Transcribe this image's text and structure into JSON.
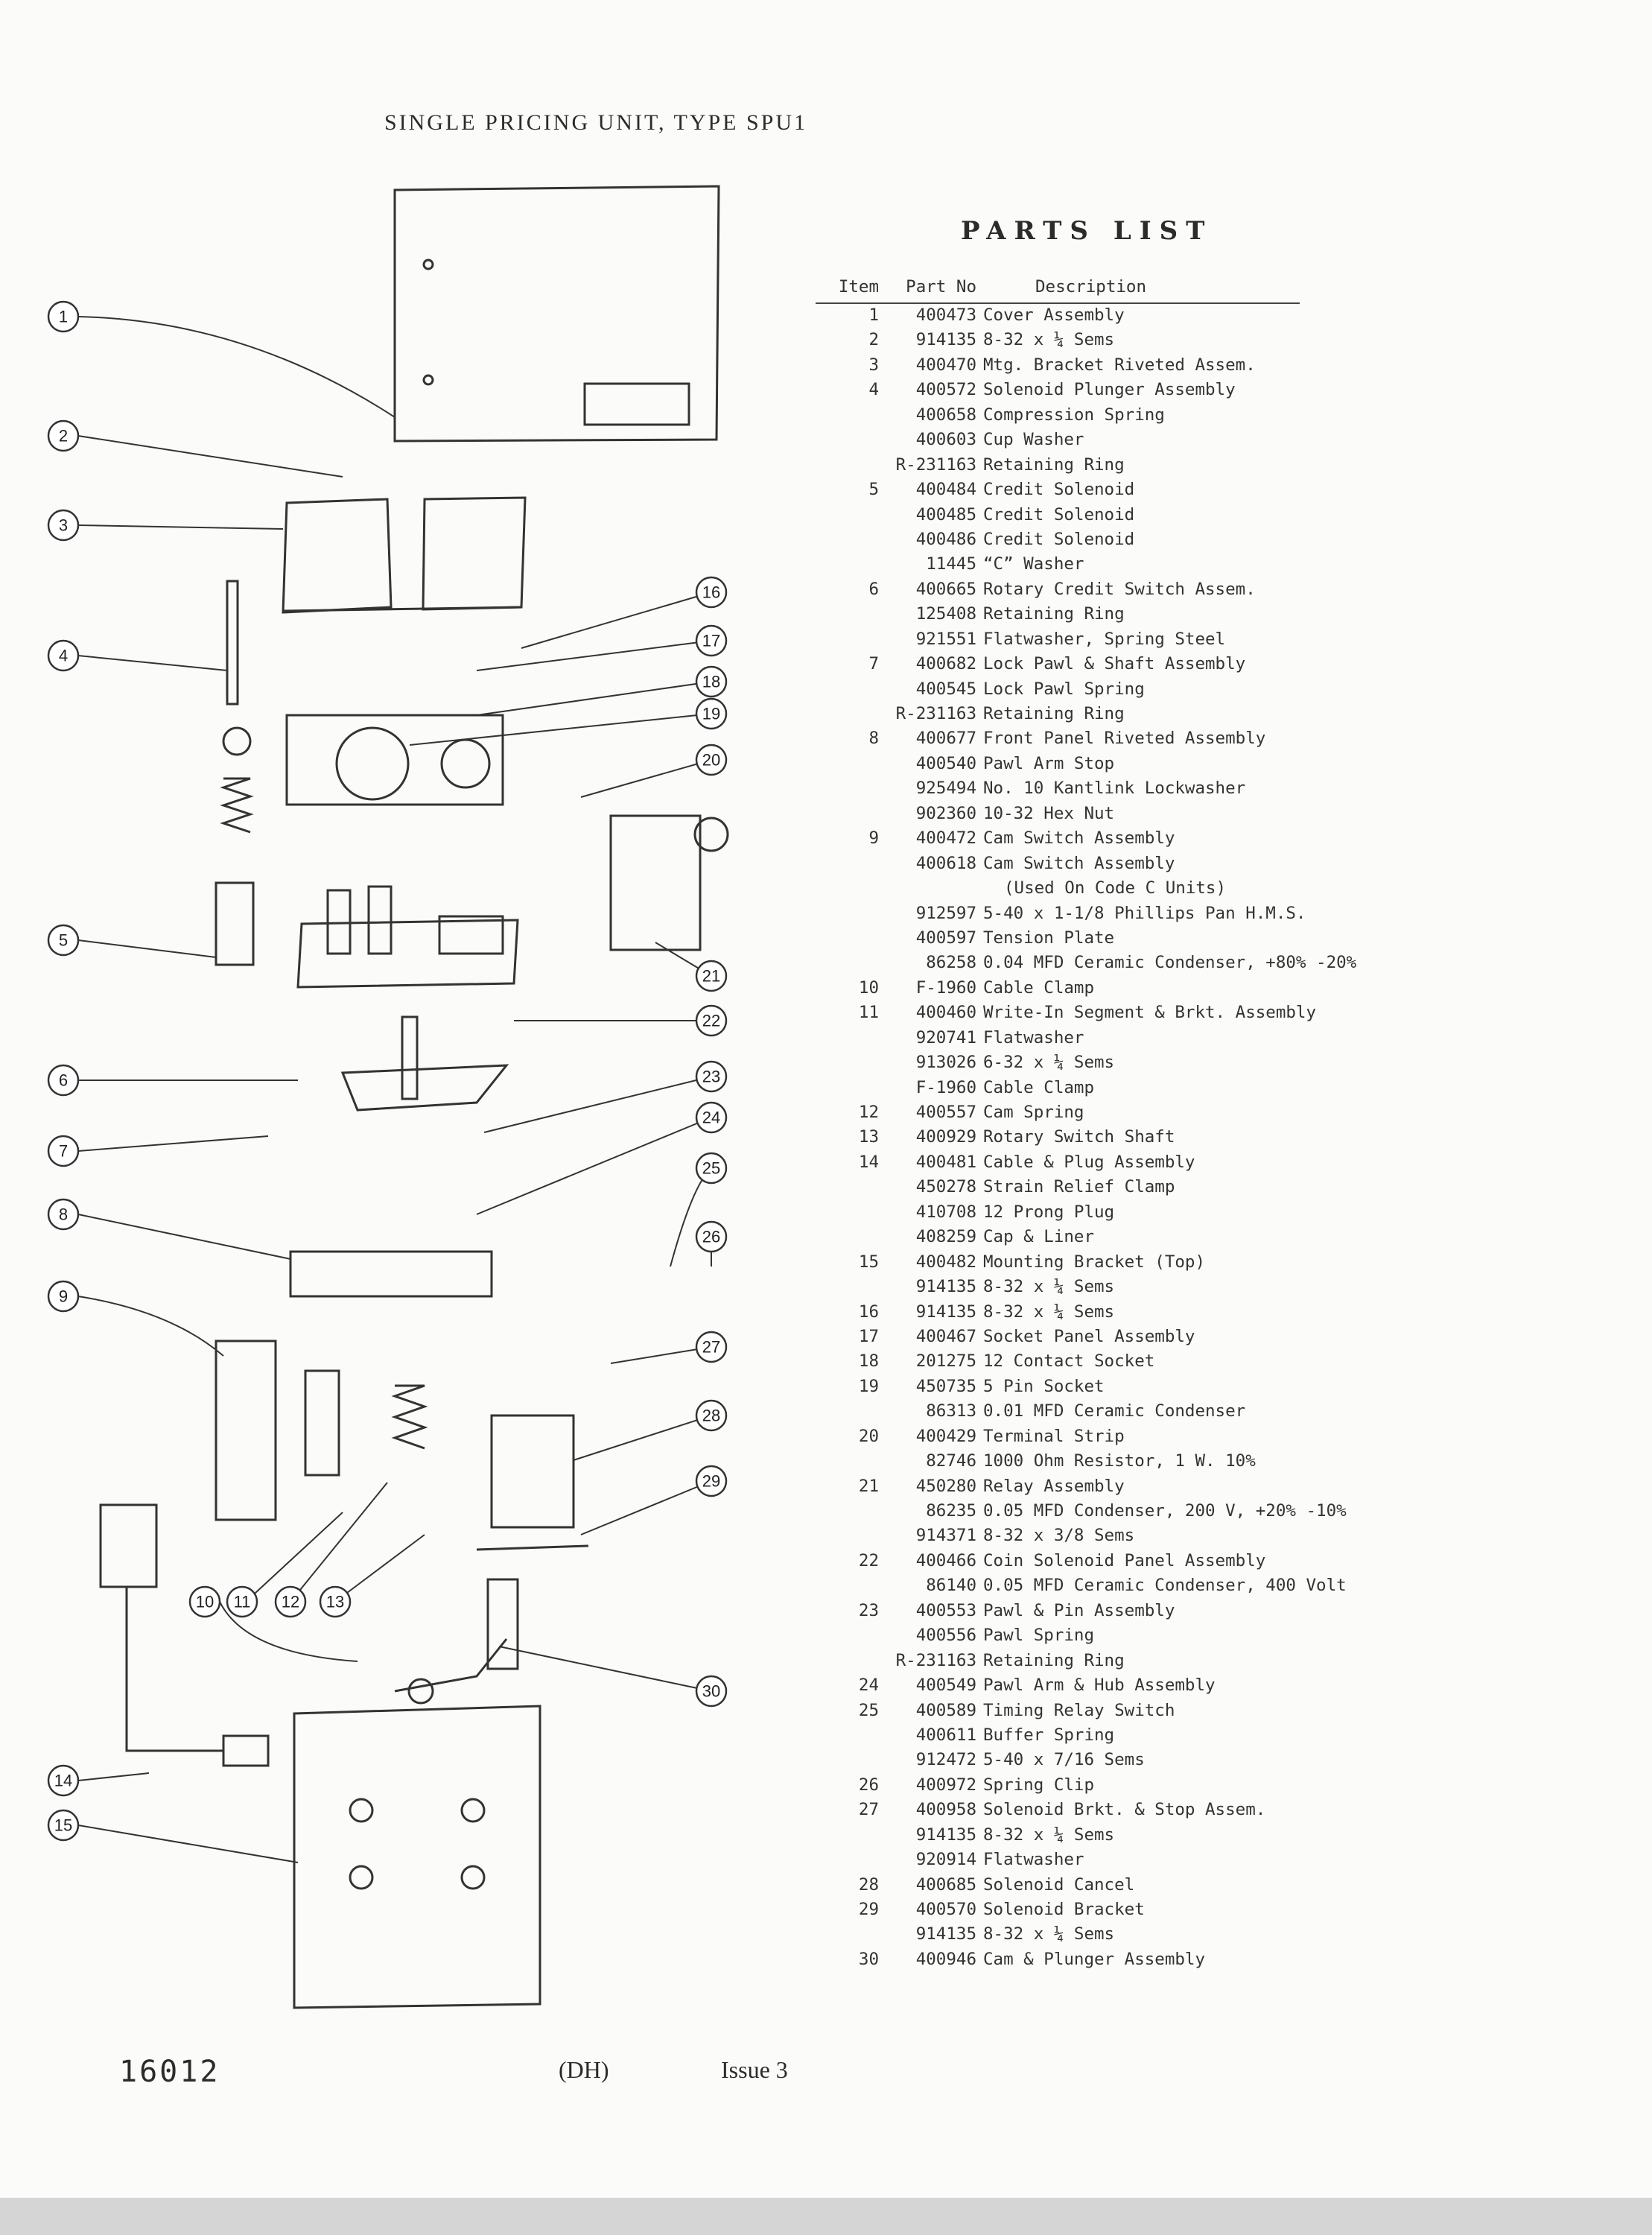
{
  "page": {
    "title": "SINGLE PRICING UNIT, TYPE SPU1",
    "footer_number": "16012",
    "footer_code": "(DH)",
    "footer_issue": "Issue 3"
  },
  "parts_list": {
    "heading": "PARTS LIST",
    "columns": {
      "item": "Item",
      "part_no": "Part No",
      "description": "Description"
    },
    "rows": [
      {
        "item": "1",
        "part": "400473",
        "desc": "Cover Assembly"
      },
      {
        "item": "2",
        "part": "914135",
        "desc": "8-32 x ¼ Sems"
      },
      {
        "item": "3",
        "part": "400470",
        "desc": "Mtg. Bracket Riveted Assem."
      },
      {
        "item": "4",
        "part": "400572",
        "desc": "Solenoid Plunger Assembly"
      },
      {
        "item": "",
        "part": "400658",
        "desc": "Compression Spring"
      },
      {
        "item": "",
        "part": "400603",
        "desc": "Cup Washer"
      },
      {
        "item": "",
        "part": "R-231163",
        "desc": "Retaining Ring"
      },
      {
        "item": "5",
        "part": "400484",
        "desc": "Credit Solenoid"
      },
      {
        "item": "",
        "part": "400485",
        "desc": "Credit Solenoid"
      },
      {
        "item": "",
        "part": "400486",
        "desc": "Credit Solenoid"
      },
      {
        "item": "",
        "part": "11445",
        "desc": "“C” Washer"
      },
      {
        "item": "6",
        "part": "400665",
        "desc": "Rotary Credit Switch Assem."
      },
      {
        "item": "",
        "part": "125408",
        "desc": "Retaining Ring"
      },
      {
        "item": "",
        "part": "921551",
        "desc": "Flatwasher, Spring Steel"
      },
      {
        "item": "7",
        "part": "400682",
        "desc": "Lock Pawl & Shaft Assembly"
      },
      {
        "item": "",
        "part": "400545",
        "desc": "Lock Pawl Spring"
      },
      {
        "item": "",
        "part": "R-231163",
        "desc": "Retaining Ring"
      },
      {
        "item": "8",
        "part": "400677",
        "desc": "Front Panel Riveted Assembly"
      },
      {
        "item": "",
        "part": "400540",
        "desc": "Pawl Arm Stop"
      },
      {
        "item": "",
        "part": "925494",
        "desc": "No. 10 Kantlink Lockwasher"
      },
      {
        "item": "",
        "part": "902360",
        "desc": "10-32 Hex Nut"
      },
      {
        "item": "9",
        "part": "400472",
        "desc": "Cam Switch Assembly"
      },
      {
        "item": "",
        "part": "400618",
        "desc": "Cam Switch Assembly"
      },
      {
        "item": "",
        "part": "",
        "desc": "(Used On Code C Units)",
        "indent": true
      },
      {
        "item": "",
        "part": "912597",
        "desc": "5-40 x 1-1/8 Phillips Pan H.M.S."
      },
      {
        "item": "",
        "part": "400597",
        "desc": "Tension Plate"
      },
      {
        "item": "",
        "part": "86258",
        "desc": "0.04 MFD Ceramic Condenser, +80% -20%"
      },
      {
        "item": "10",
        "part": "F-1960",
        "desc": "Cable Clamp"
      },
      {
        "item": "11",
        "part": "400460",
        "desc": "Write-In Segment & Brkt. Assembly"
      },
      {
        "item": "",
        "part": "920741",
        "desc": "Flatwasher"
      },
      {
        "item": "",
        "part": "913026",
        "desc": "6-32 x ¼ Sems"
      },
      {
        "item": "",
        "part": "F-1960",
        "desc": "Cable Clamp"
      },
      {
        "item": "12",
        "part": "400557",
        "desc": "Cam Spring"
      },
      {
        "item": "13",
        "part": "400929",
        "desc": "Rotary Switch Shaft"
      },
      {
        "item": "14",
        "part": "400481",
        "desc": "Cable & Plug Assembly"
      },
      {
        "item": "",
        "part": "450278",
        "desc": "Strain Relief Clamp"
      },
      {
        "item": "",
        "part": "410708",
        "desc": "12 Prong Plug"
      },
      {
        "item": "",
        "part": "408259",
        "desc": "Cap & Liner"
      },
      {
        "item": "15",
        "part": "400482",
        "desc": "Mounting Bracket (Top)"
      },
      {
        "item": "",
        "part": "914135",
        "desc": "8-32 x ¼ Sems"
      },
      {
        "item": "16",
        "part": "914135",
        "desc": "8-32 x ¼ Sems"
      },
      {
        "item": "17",
        "part": "400467",
        "desc": "Socket Panel Assembly"
      },
      {
        "item": "18",
        "part": "201275",
        "desc": "12 Contact Socket"
      },
      {
        "item": "19",
        "part": "450735",
        "desc": "5 Pin Socket"
      },
      {
        "item": "",
        "part": "86313",
        "desc": "0.01 MFD Ceramic Condenser"
      },
      {
        "item": "20",
        "part": "400429",
        "desc": "Terminal Strip"
      },
      {
        "item": "",
        "part": "82746",
        "desc": "1000 Ohm Resistor, 1 W. 10%"
      },
      {
        "item": "21",
        "part": "450280",
        "desc": "Relay Assembly"
      },
      {
        "item": "",
        "part": "86235",
        "desc": "0.05 MFD Condenser, 200 V, +20% -10%"
      },
      {
        "item": "",
        "part": "914371",
        "desc": "8-32 x 3/8 Sems"
      },
      {
        "item": "22",
        "part": "400466",
        "desc": "Coin Solenoid Panel Assembly"
      },
      {
        "item": "",
        "part": "86140",
        "desc": "0.05 MFD Ceramic Condenser, 400 Volt"
      },
      {
        "item": "23",
        "part": "400553",
        "desc": "Pawl & Pin Assembly"
      },
      {
        "item": "",
        "part": "400556",
        "desc": "Pawl Spring"
      },
      {
        "item": "",
        "part": "R-231163",
        "desc": "Retaining Ring"
      },
      {
        "item": "24",
        "part": "400549",
        "desc": "Pawl Arm & Hub Assembly"
      },
      {
        "item": "25",
        "part": "400589",
        "desc": "Timing Relay Switch"
      },
      {
        "item": "",
        "part": "400611",
        "desc": "Buffer Spring"
      },
      {
        "item": "",
        "part": "912472",
        "desc": "5-40 x 7/16 Sems"
      },
      {
        "item": "26",
        "part": "400972",
        "desc": "Spring Clip"
      },
      {
        "item": "27",
        "part": "400958",
        "desc": "Solenoid Brkt. & Stop Assem."
      },
      {
        "item": "",
        "part": "914135",
        "desc": "8-32 x ¼ Sems"
      },
      {
        "item": "",
        "part": "920914",
        "desc": "Flatwasher"
      },
      {
        "item": "28",
        "part": "400685",
        "desc": "Solenoid Cancel"
      },
      {
        "item": "29",
        "part": "400570",
        "desc": "Solenoid Bracket"
      },
      {
        "item": "",
        "part": "914135",
        "desc": "8-32 x ¼ Sems"
      },
      {
        "item": "30",
        "part": "400946",
        "desc": "Cam & Plunger Assembly"
      }
    ]
  },
  "callouts": [
    "1",
    "2",
    "3",
    "4",
    "5",
    "6",
    "7",
    "8",
    "9",
    "10",
    "11",
    "12",
    "13",
    "14",
    "15",
    "16",
    "17",
    "18",
    "19",
    "20",
    "21",
    "22",
    "23",
    "24",
    "25",
    "26",
    "27",
    "28",
    "29",
    "30"
  ]
}
